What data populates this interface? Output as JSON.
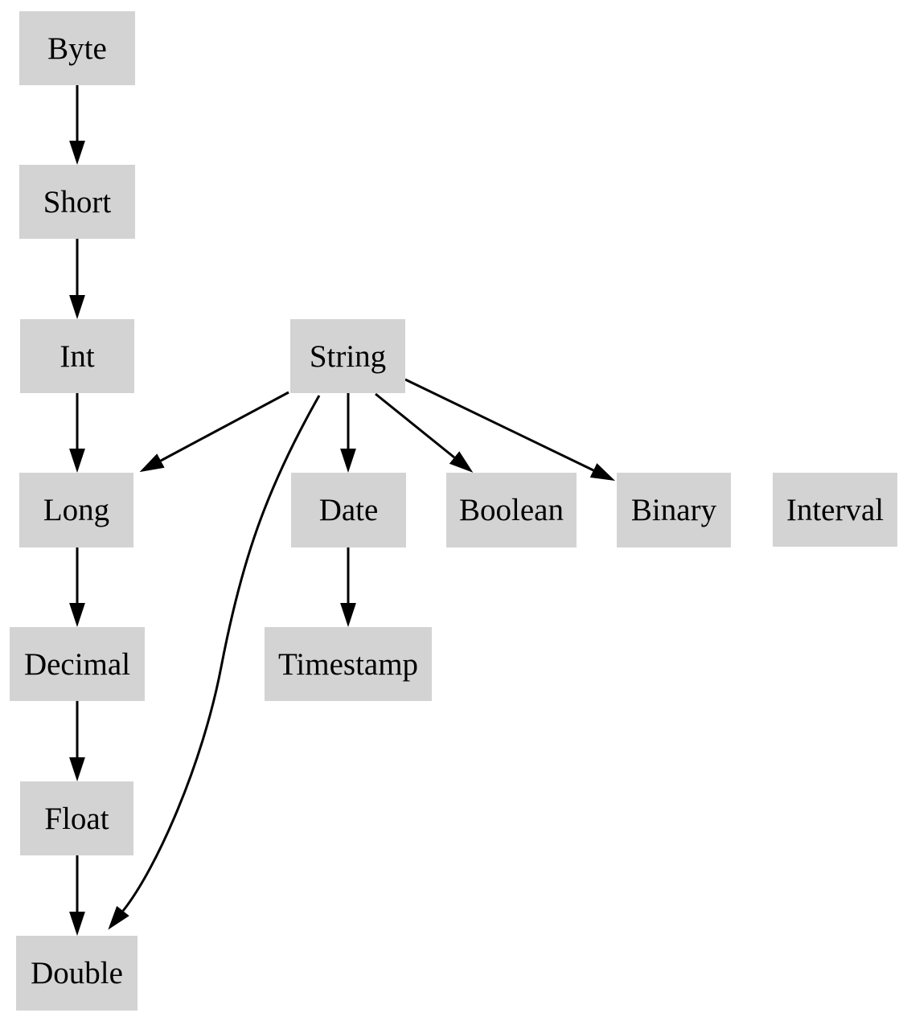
{
  "diagram": {
    "type": "directed-graph",
    "colors": {
      "background": "#ffffff",
      "node_fill": "#d3d3d3",
      "node_text": "#000000",
      "edge": "#000000"
    },
    "nodes": [
      {
        "id": "byte",
        "label": "Byte"
      },
      {
        "id": "short",
        "label": "Short"
      },
      {
        "id": "int",
        "label": "Int"
      },
      {
        "id": "string",
        "label": "String"
      },
      {
        "id": "long",
        "label": "Long"
      },
      {
        "id": "date",
        "label": "Date"
      },
      {
        "id": "boolean",
        "label": "Boolean"
      },
      {
        "id": "binary",
        "label": "Binary"
      },
      {
        "id": "interval",
        "label": "Interval"
      },
      {
        "id": "decimal",
        "label": "Decimal"
      },
      {
        "id": "timestamp",
        "label": "Timestamp"
      },
      {
        "id": "float",
        "label": "Float"
      },
      {
        "id": "double",
        "label": "Double"
      }
    ],
    "edges": [
      {
        "from": "Byte",
        "to": "Short"
      },
      {
        "from": "Short",
        "to": "Int"
      },
      {
        "from": "Int",
        "to": "Long"
      },
      {
        "from": "String",
        "to": "Long"
      },
      {
        "from": "String",
        "to": "Date"
      },
      {
        "from": "String",
        "to": "Boolean"
      },
      {
        "from": "String",
        "to": "Binary"
      },
      {
        "from": "String",
        "to": "Double"
      },
      {
        "from": "Long",
        "to": "Decimal"
      },
      {
        "from": "Date",
        "to": "Timestamp"
      },
      {
        "from": "Decimal",
        "to": "Float"
      },
      {
        "from": "Float",
        "to": "Double"
      }
    ]
  }
}
